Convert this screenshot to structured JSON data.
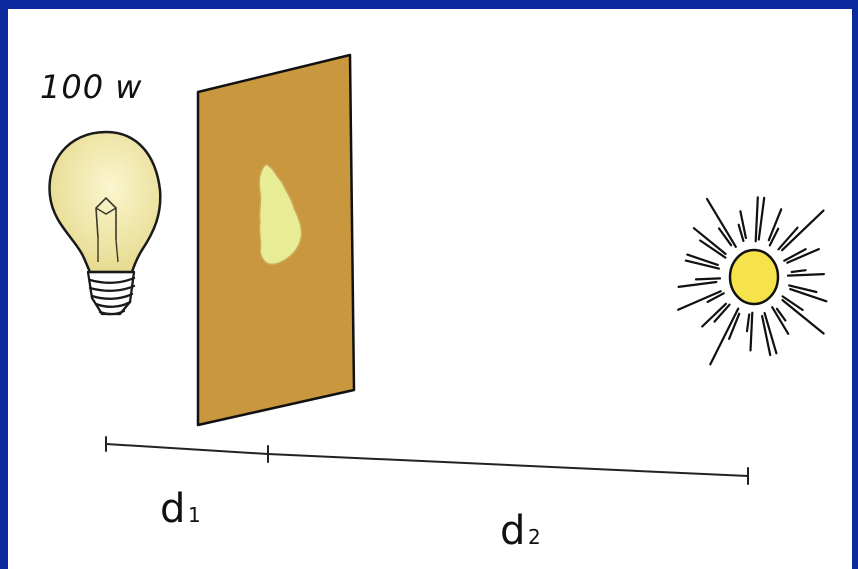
{
  "lamp": {
    "power_label": "100 w"
  },
  "distances": {
    "d1_label": "d",
    "d1_sub": "1",
    "d2_label": "d",
    "d2_sub": "2"
  },
  "colors": {
    "background_border": "#0c2a9e",
    "screen": "#c9983e",
    "grease_spot": "#e8ec94",
    "bulb_glass": "#f3ecb0",
    "sun": "#f6e24a"
  },
  "icons": {
    "lamp": "light-bulb-icon",
    "sun": "sun-icon"
  }
}
